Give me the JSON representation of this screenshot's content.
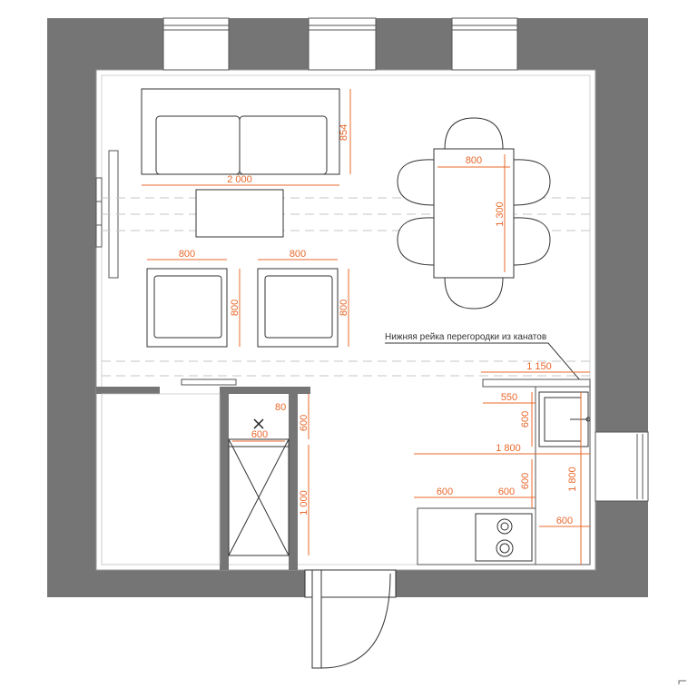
{
  "colors": {
    "wall": "#757575",
    "dimension": "#e8682b",
    "line": "#333333",
    "dash": "#bdbdbd"
  },
  "note": {
    "text": "Нижняя рейка перегородки из канатов"
  },
  "dimensions": {
    "sofa_width": "2 000",
    "sofa_depth": "854",
    "table_width": "800",
    "table_length": "1 300",
    "armchair_left_width": "800",
    "armchair_right_width": "800",
    "armchair_left_depth": "800",
    "armchair_right_depth": "800",
    "partition_length": "1 150",
    "sink_width": "550",
    "sink_depth": "600",
    "counter_run": "1 800",
    "counter_depth": "600",
    "fridge_offset": "600",
    "hob_offset": "600",
    "counter_height": "1 800",
    "hob_depth": "600",
    "wardrobe_gap": "80",
    "wardrobe_width": "600",
    "wardrobe_top": "600",
    "wardrobe_length": "1 000"
  }
}
